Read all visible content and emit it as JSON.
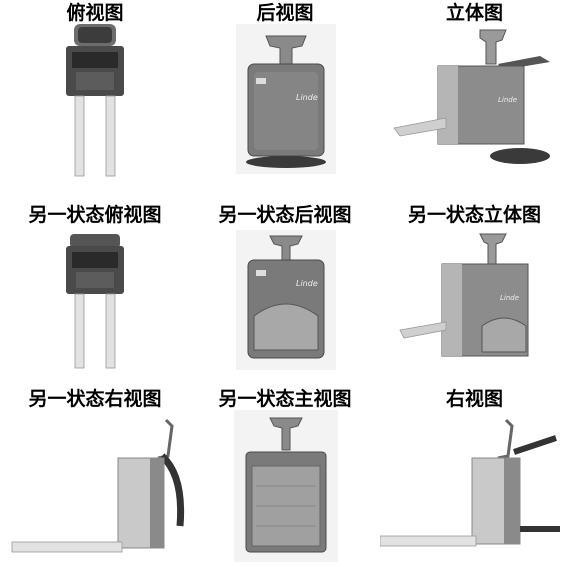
{
  "views": [
    {
      "label": "俯视图"
    },
    {
      "label": "后视图"
    },
    {
      "label": "立体图"
    },
    {
      "label": "另一状态俯视图"
    },
    {
      "label": "另一状态后视图"
    },
    {
      "label": "另一状态立体图"
    },
    {
      "label": "另一状态右视图"
    },
    {
      "label": "另一状态主视图"
    },
    {
      "label": "右视图"
    }
  ],
  "brand_mark": "Linde"
}
